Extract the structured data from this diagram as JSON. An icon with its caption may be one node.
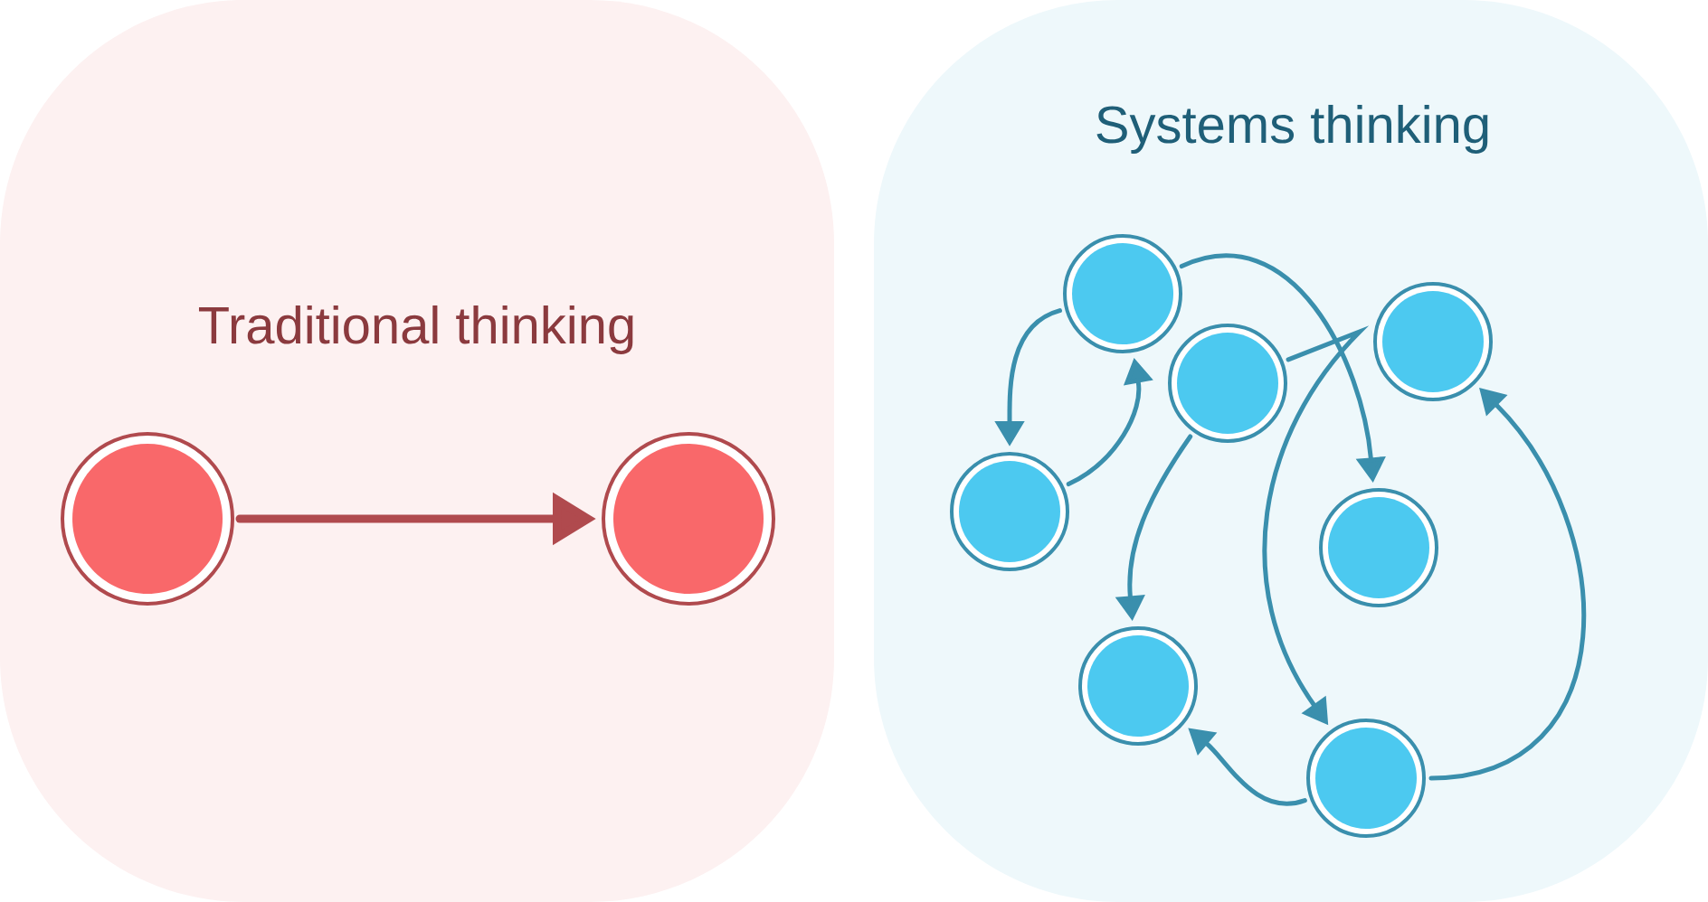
{
  "diagram": {
    "nodes": [
      {
        "text": [
          "Traditional thinking"
        ]
      },
      {
        "text": [],
        "shape": "circle",
        "in": 0
      },
      {
        "text": [],
        "shape": "circle",
        "in": 0
      },
      {
        "text": [
          "Systems thinking"
        ]
      },
      {
        "text": [],
        "shape": "circle",
        "in": 3
      },
      {
        "text": [],
        "shape": "circle",
        "in": 3
      },
      {
        "text": [],
        "shape": "circle",
        "in": 3
      },
      {
        "text": [],
        "shape": "circle",
        "in": 3
      },
      {
        "text": [],
        "shape": "circle",
        "in": 3
      },
      {
        "text": [],
        "shape": "circle",
        "in": 3
      },
      {
        "text": [],
        "shape": "circle",
        "in": 3
      }
    ],
    "edges": [
      {
        "from": 1,
        "to": 2,
        "arrow": "to",
        "style": "thick",
        "color": "#b04a4e"
      },
      {
        "from": 4,
        "to": 7,
        "arrow": "to"
      },
      {
        "from": 7,
        "to": 4,
        "arrow": "to"
      },
      {
        "from": 4,
        "to": 8,
        "arrow": "to"
      },
      {
        "from": 5,
        "to": 9,
        "arrow": "to"
      },
      {
        "from": 5,
        "to": 10,
        "arrow": "to"
      },
      {
        "from": 10,
        "to": 6,
        "arrow": "to"
      },
      {
        "from": 10,
        "to": 9,
        "arrow": "to"
      }
    ]
  }
}
